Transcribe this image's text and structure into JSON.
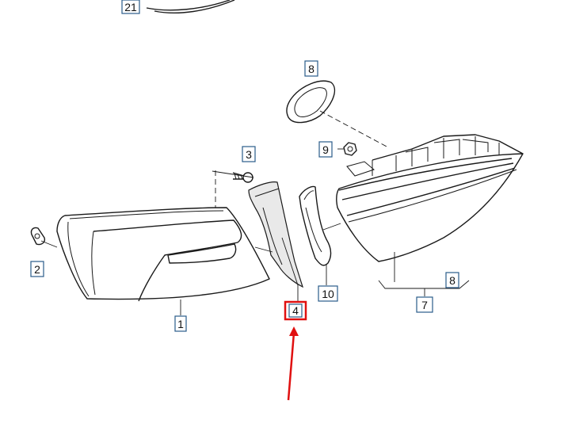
{
  "callouts": [
    {
      "id": "c21",
      "label": "21"
    },
    {
      "id": "c8a",
      "label": "8"
    },
    {
      "id": "c9",
      "label": "9"
    },
    {
      "id": "c3",
      "label": "3"
    },
    {
      "id": "c2",
      "label": "2"
    },
    {
      "id": "c1",
      "label": "1"
    },
    {
      "id": "c4",
      "label": "4"
    },
    {
      "id": "c10",
      "label": "10"
    },
    {
      "id": "c8b",
      "label": "8"
    },
    {
      "id": "c7",
      "label": "7"
    }
  ],
  "highlight": {
    "callout": "4",
    "color": "#e01010"
  },
  "colors": {
    "line": "#1a1a1a",
    "label_border": "#2a5c8a",
    "highlight": "#e01010"
  }
}
